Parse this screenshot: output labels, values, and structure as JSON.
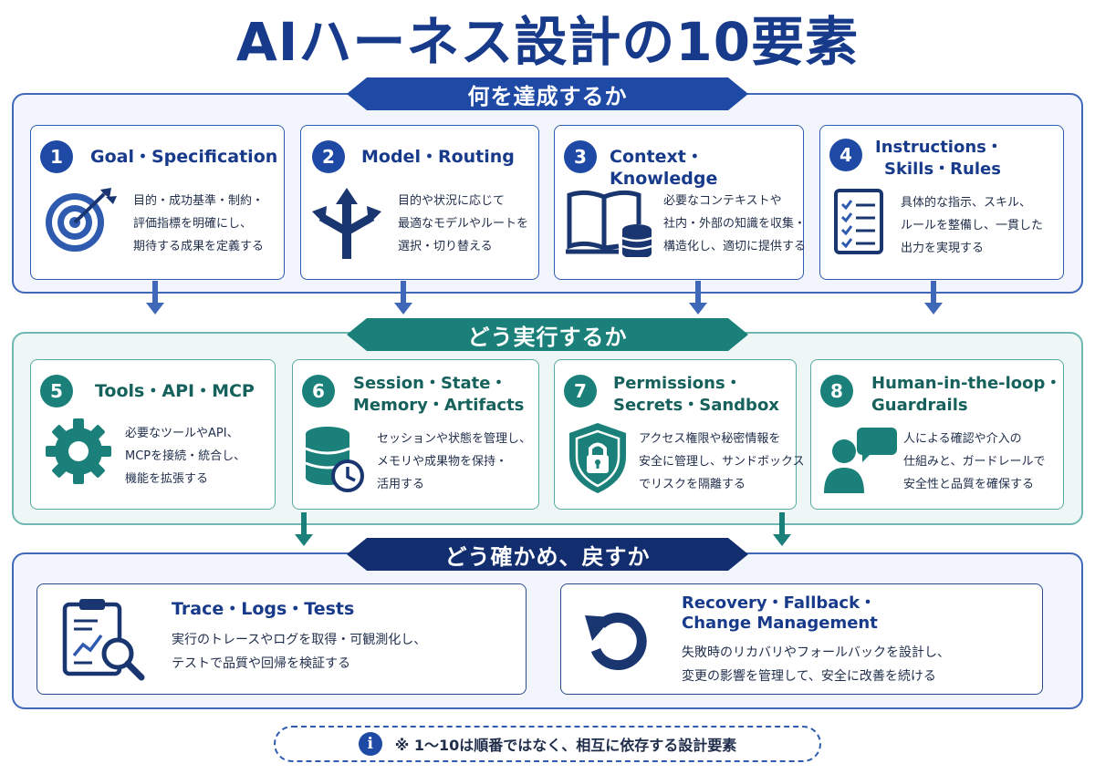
{
  "title": "AIハーネス設計の10要素",
  "sections": [
    {
      "label": "何を達成するか",
      "cards": [
        {
          "num": "1",
          "title_lines": [
            "Goal・Specification"
          ],
          "desc_lines": [
            "目的・成功基準・制約・",
            "評価指標を明確にし、",
            "期待する成果を定義する"
          ],
          "icon": "target-icon"
        },
        {
          "num": "2",
          "title_lines": [
            "Model・Routing"
          ],
          "desc_lines": [
            "目的や状況に応じて",
            "最適なモデルやルートを",
            "選択・切り替える"
          ],
          "icon": "routing-arrows-icon"
        },
        {
          "num": "3",
          "title_lines": [
            "Context・Knowledge"
          ],
          "desc_lines": [
            "必要なコンテキストや",
            "社内・外部の知識を収集・",
            "構造化し、適切に提供する"
          ],
          "icon": "book-database-icon"
        },
        {
          "num": "4",
          "title_lines": [
            "Instructions・",
            "Skills・Rules"
          ],
          "desc_lines": [
            "具体的な指示、スキル、",
            "ルールを整備し、一貫した",
            "出力を実現する"
          ],
          "icon": "checklist-icon"
        }
      ]
    },
    {
      "label": "どう実行するか",
      "cards": [
        {
          "num": "5",
          "title_lines": [
            "Tools・API・MCP"
          ],
          "desc_lines": [
            "必要なツールやAPI、",
            "MCPを接続・統合し、",
            "機能を拡張する"
          ],
          "icon": "gear-icon"
        },
        {
          "num": "6",
          "title_lines": [
            "Session・State・",
            "Memory・Artifacts"
          ],
          "desc_lines": [
            "セッションや状態を管理し、",
            "メモリや成果物を保持・",
            "活用する"
          ],
          "icon": "database-clock-icon"
        },
        {
          "num": "7",
          "title_lines": [
            "Permissions・",
            "Secrets・Sandbox"
          ],
          "desc_lines": [
            "アクセス権限や秘密情報を",
            "安全に管理し、サンドボックス",
            "でリスクを隔離する"
          ],
          "icon": "shield-lock-icon"
        },
        {
          "num": "8",
          "title_lines": [
            "Human-in-the-loop・",
            "Guardrails"
          ],
          "desc_lines": [
            "人による確認や介入の",
            "仕組みと、ガードレールで",
            "安全性と品質を確保する"
          ],
          "icon": "person-chat-icon"
        }
      ]
    },
    {
      "label": "どう確かめ、戻すか",
      "cards": [
        {
          "title_lines": [
            "Trace・Logs・Tests"
          ],
          "desc_lines": [
            "実行のトレースやログを取得・可観測化し、",
            "テストで品質や回帰を検証する"
          ],
          "icon": "clipboard-magnifier-icon"
        },
        {
          "title_lines": [
            "Recovery・Fallback・",
            "Change Management"
          ],
          "desc_lines": [
            "失敗時のリカバリやフォールバックを設計し、",
            "変更の影響を管理して、安全に改善を続ける"
          ],
          "icon": "undo-arrow-icon"
        }
      ]
    }
  ],
  "note": {
    "icon": "info-icon",
    "text": "※ 1〜10は順番ではなく、相互に依存する設計要素"
  },
  "colors": {
    "primary_blue": "#1e4aa6",
    "teal": "#1a8079",
    "navy": "#132e6e",
    "icon_blue": "#2e5bb0",
    "icon_teal": "#1a8079",
    "icon_navy": "#1a3670"
  }
}
